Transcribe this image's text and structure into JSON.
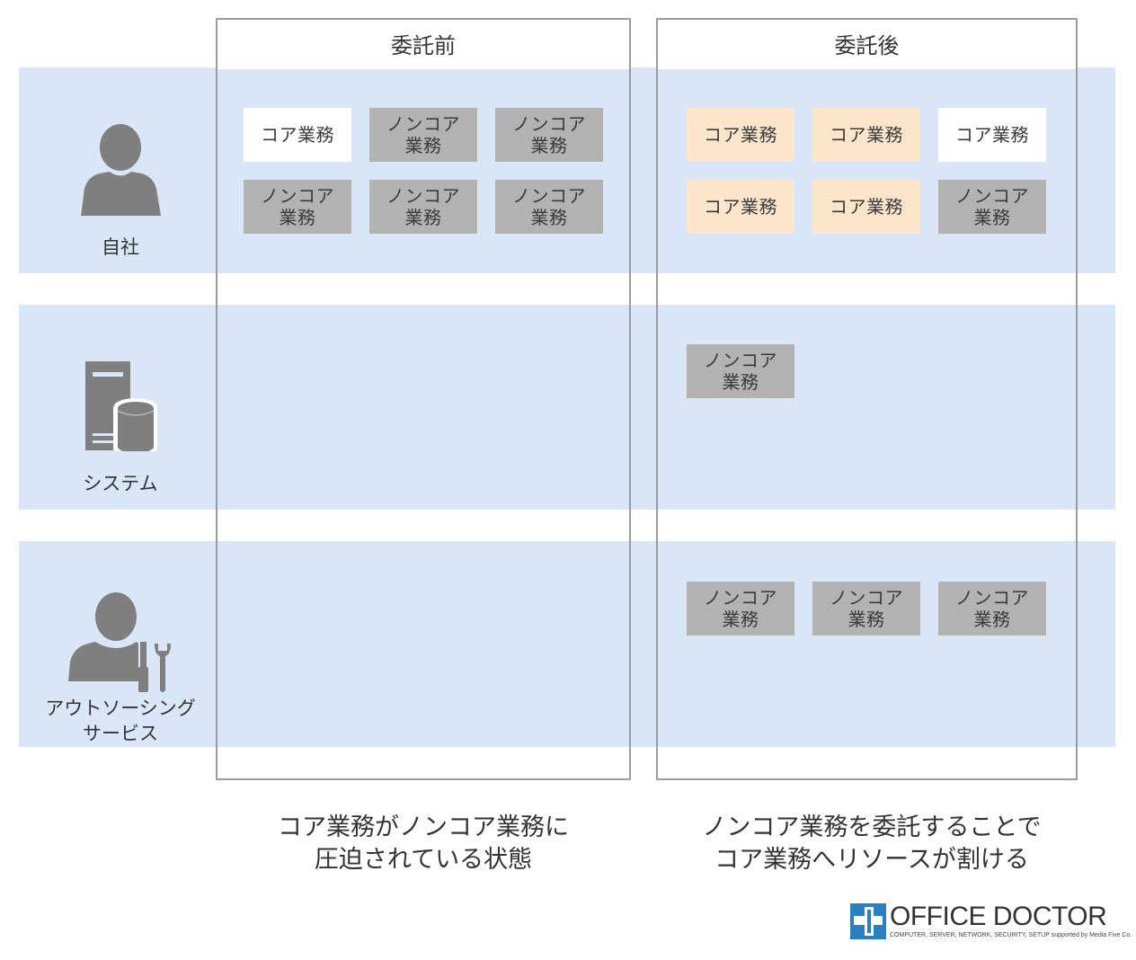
{
  "columns": {
    "before": {
      "title": "委託前"
    },
    "after": {
      "title": "委託後"
    }
  },
  "actors": [
    {
      "label": "自社",
      "icon": "person-icon"
    },
    {
      "label": "システム",
      "icon": "server-database-icon"
    },
    {
      "label": "アウトソーシング\nサービス",
      "icon": "technician-tools-icon"
    }
  ],
  "boxes": {
    "before_company": [
      {
        "text": "コア業務",
        "kind": "core"
      },
      {
        "text": "ノンコア\n業務",
        "kind": "noncore"
      },
      {
        "text": "ノンコア\n業務",
        "kind": "noncore"
      },
      {
        "text": "ノンコア\n業務",
        "kind": "noncore"
      },
      {
        "text": "ノンコア\n業務",
        "kind": "noncore"
      },
      {
        "text": "ノンコア\n業務",
        "kind": "noncore"
      }
    ],
    "after_company": [
      {
        "text": "コア業務",
        "kind": "core-highlight"
      },
      {
        "text": "コア業務",
        "kind": "core-highlight"
      },
      {
        "text": "コア業務",
        "kind": "core"
      },
      {
        "text": "コア業務",
        "kind": "core-highlight"
      },
      {
        "text": "コア業務",
        "kind": "core-highlight"
      },
      {
        "text": "ノンコア\n業務",
        "kind": "noncore"
      }
    ],
    "after_system": [
      {
        "text": "ノンコア\n業務",
        "kind": "noncore"
      }
    ],
    "after_outsourcing": [
      {
        "text": "ノンコア\n業務",
        "kind": "noncore"
      },
      {
        "text": "ノンコア\n業務",
        "kind": "noncore"
      },
      {
        "text": "ノンコア\n業務",
        "kind": "noncore"
      }
    ]
  },
  "captions": {
    "before": "コア業務がノンコア業務に\n圧迫されている状態",
    "after": "ノンコア業務を委託することで\nコア業務へリソースが割ける"
  },
  "logo": {
    "name": "OFFICE DOCTOR",
    "tagline": "COMPUTER, SERVER, NETWORK, SECURITY, SETUP supported by Media Five Co."
  },
  "colors": {
    "band": "#d9e6f8",
    "noncore": "#b2b2b2",
    "core": "#ffffff",
    "core_highlight": "#fde5cc",
    "icon": "#7f7f7f",
    "logo_blue": "#2a7fc1"
  }
}
